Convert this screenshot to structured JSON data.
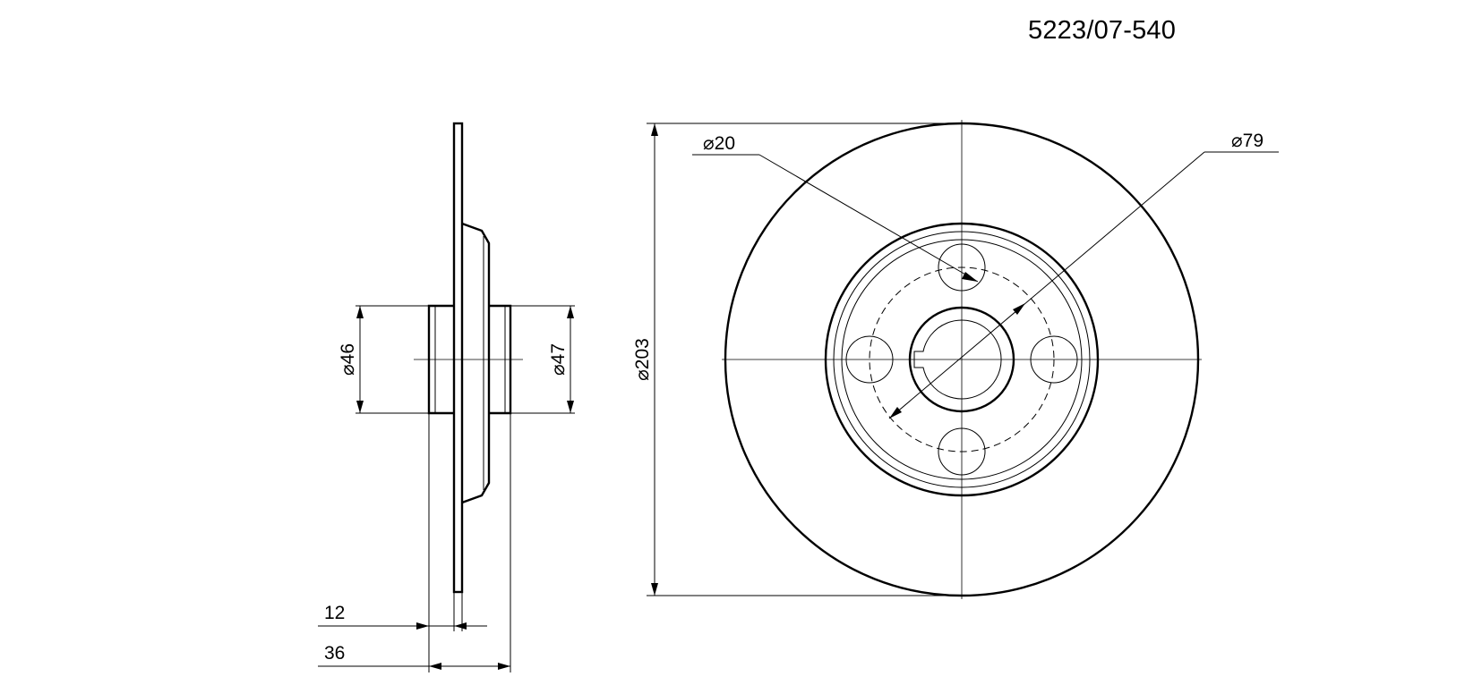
{
  "part_number": "5223/07-540",
  "symbols": {
    "diameter": "⌀"
  },
  "dimensions": {
    "side_view": {
      "hub_outer_diameter": "46",
      "hub_inner_diameter": "47",
      "disc_thickness": "12",
      "overall_height": "36"
    },
    "front_view": {
      "outer_diameter": "203",
      "bolt_hole_diameter": "20",
      "pitch_circle_diameter": "79"
    }
  }
}
